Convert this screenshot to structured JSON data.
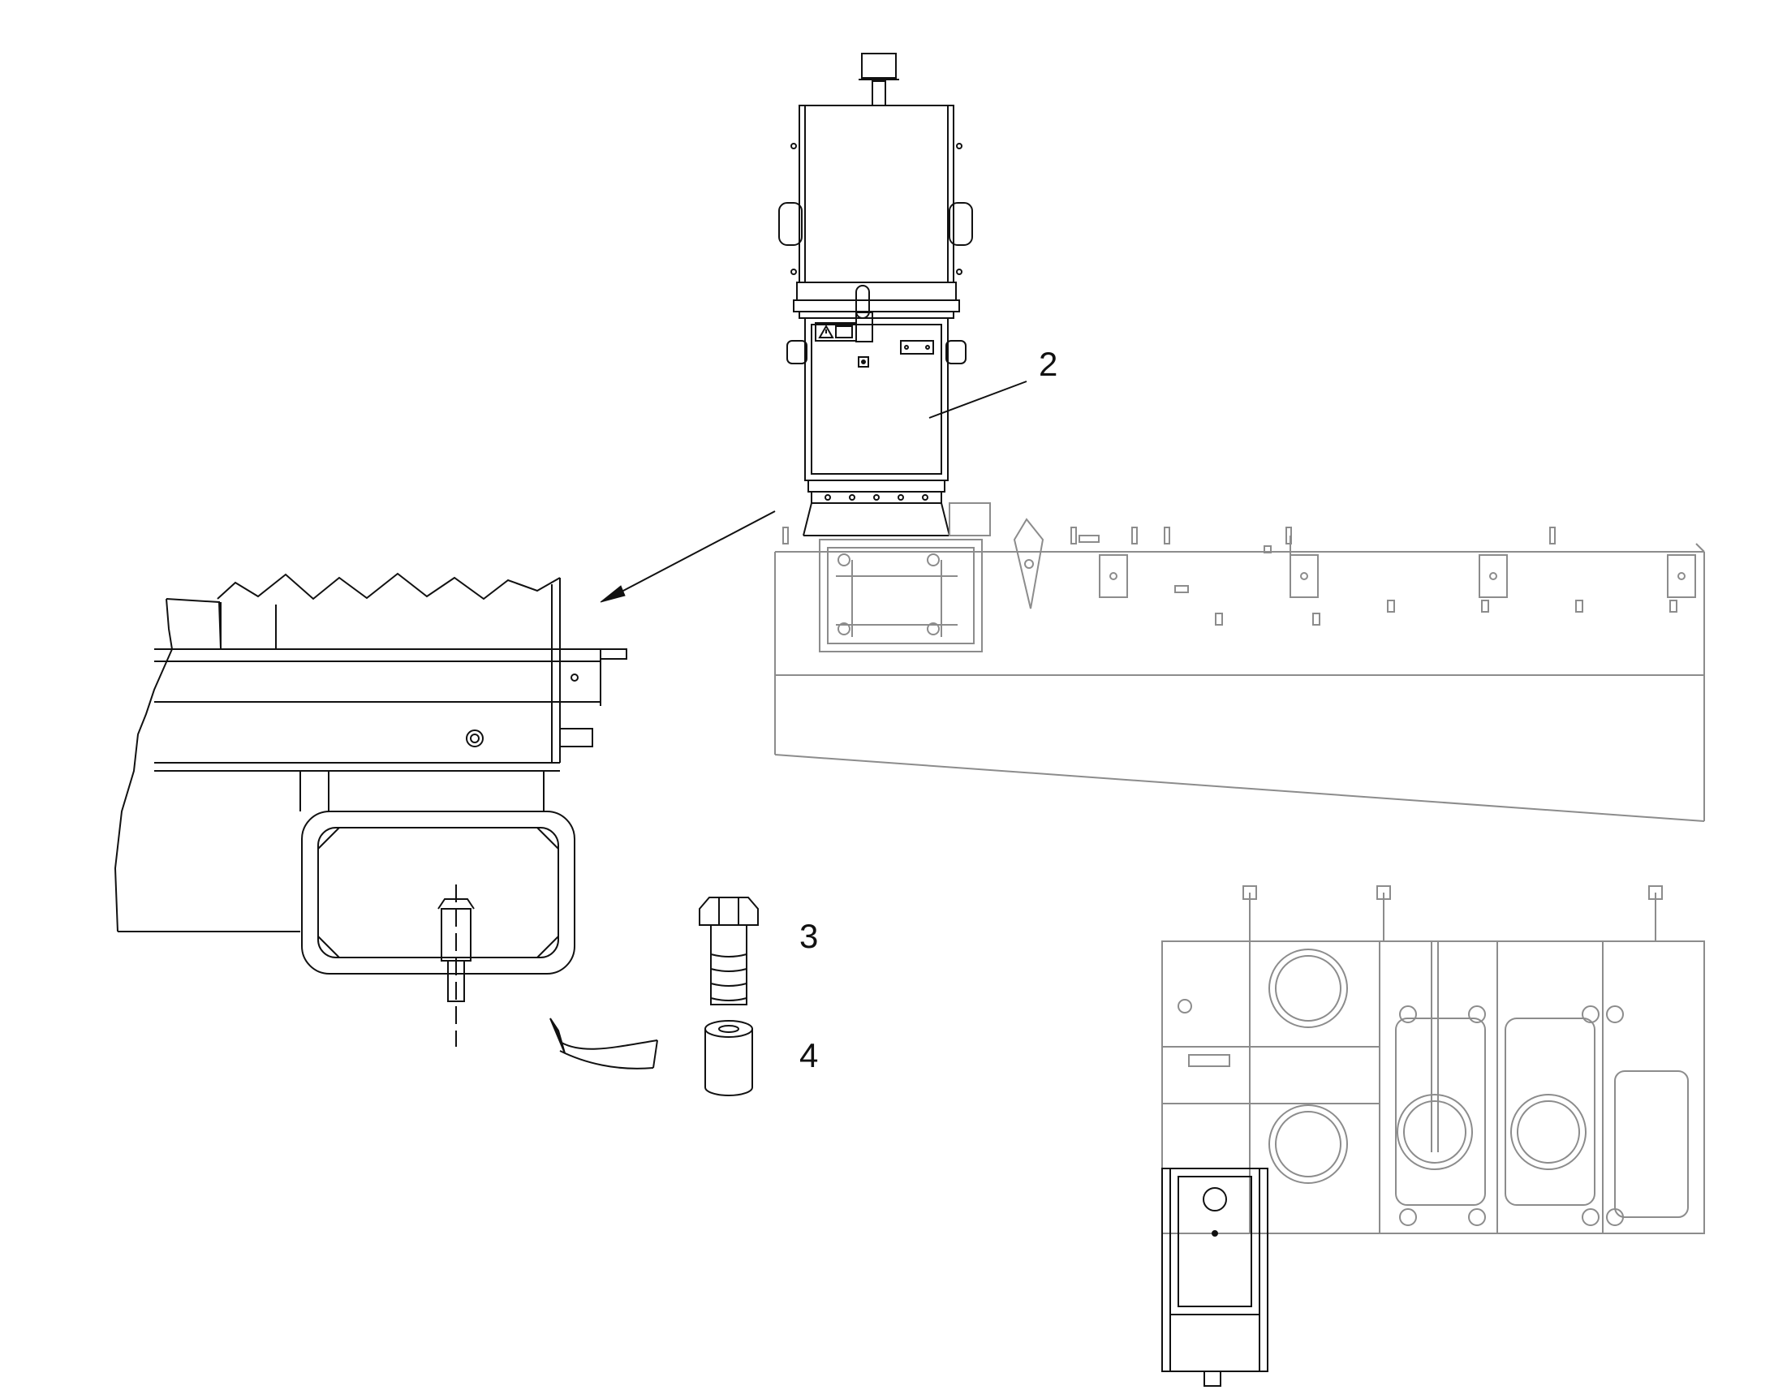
{
  "figure": {
    "callouts": [
      {
        "id": "2",
        "label": "2"
      },
      {
        "id": "3",
        "label": "3"
      },
      {
        "id": "4",
        "label": "4"
      }
    ]
  },
  "colors": {
    "primary_line": "#111111",
    "ghost_line": "#8c8c8c",
    "background": "#ffffff"
  },
  "icons": [
    "warning-decal-icon",
    "bolt-icon",
    "spacer-icon",
    "rotation-arrow-icon",
    "leader-arrow-icon"
  ]
}
